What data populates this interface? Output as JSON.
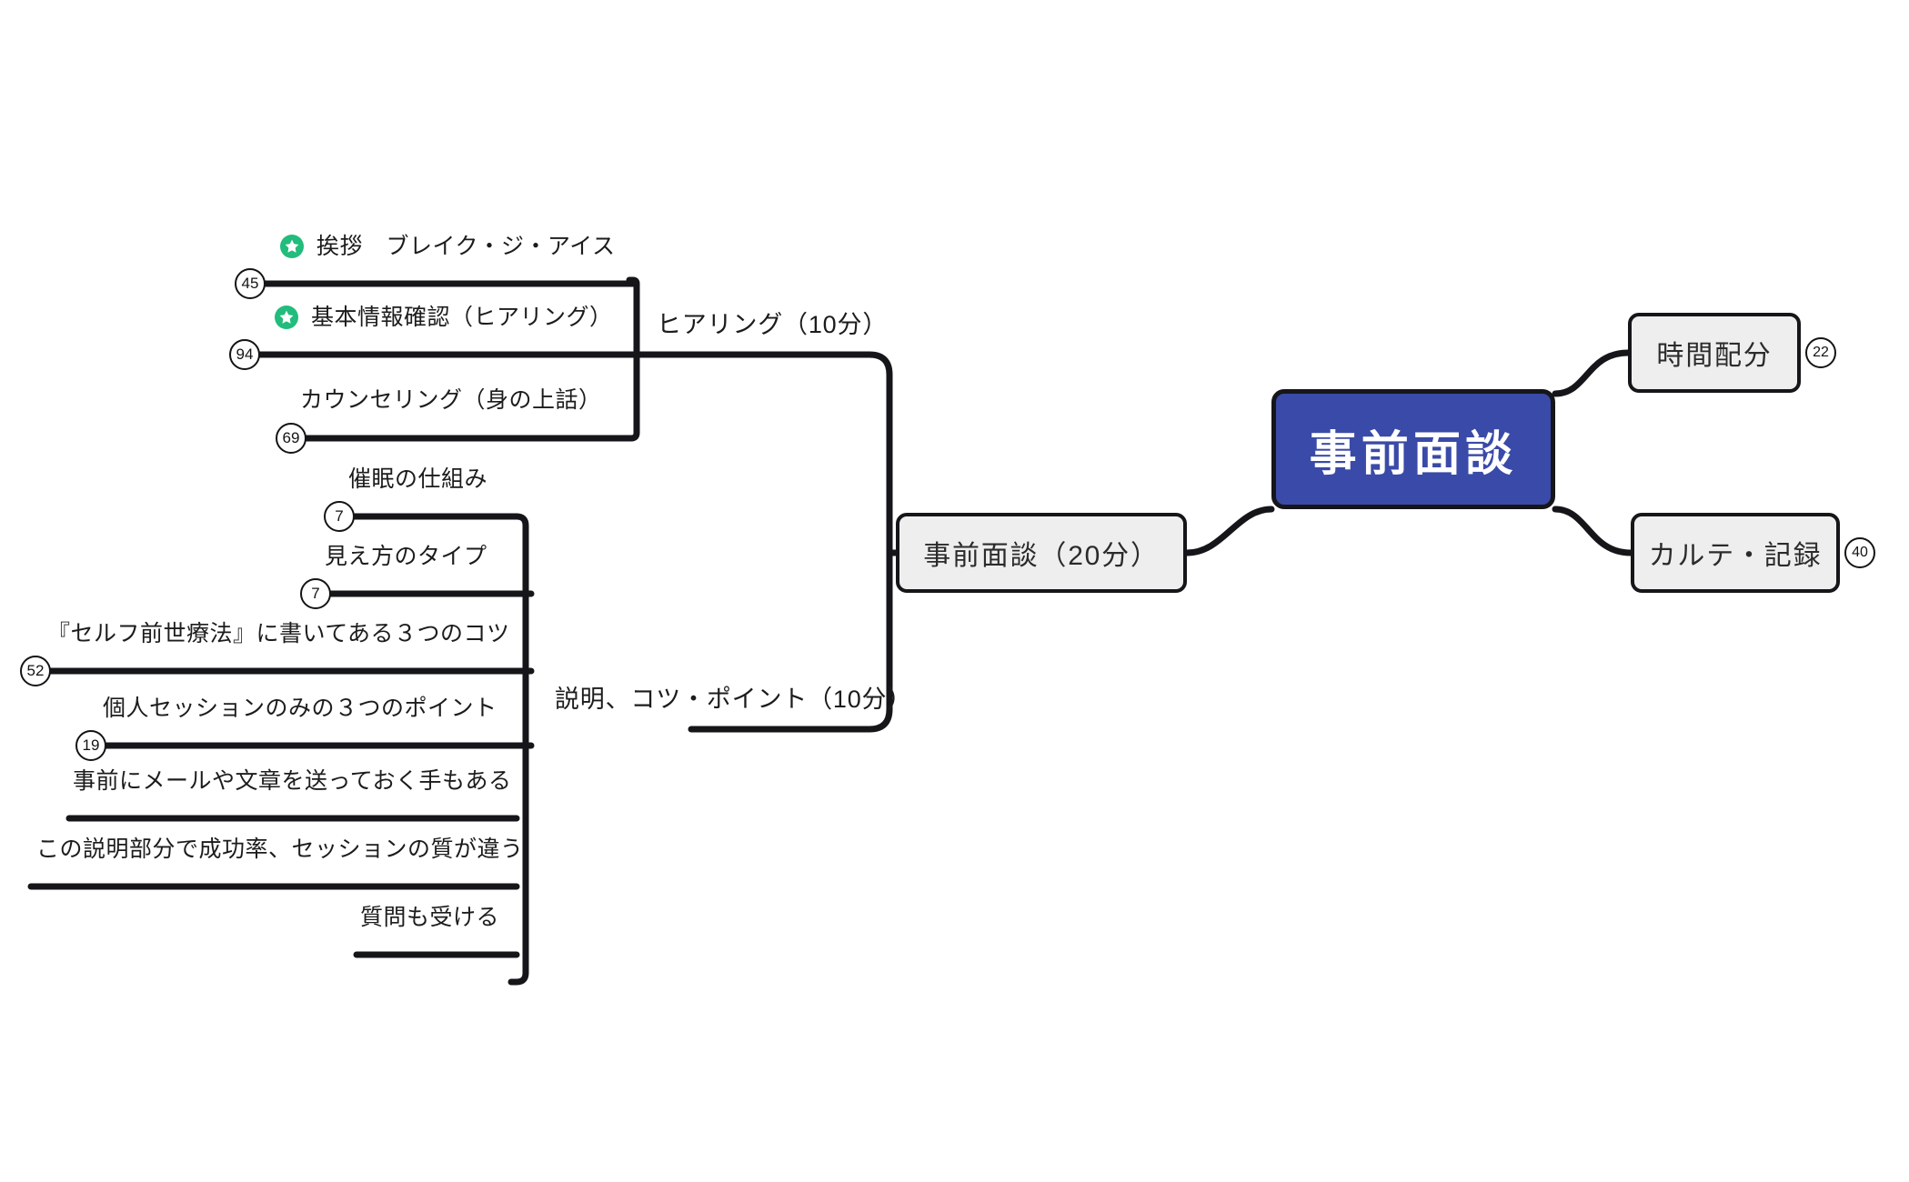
{
  "canvas": {
    "background": "#ffffff",
    "line_color": "#16161a",
    "node_fill": "#eeeeee",
    "root_fill": "#3a4aa8",
    "star_color": "#22bc7d"
  },
  "root": {
    "label": "事前面談"
  },
  "right_nodes": [
    {
      "label": "時間配分",
      "badge": "22"
    },
    {
      "label": "カルテ・記録",
      "badge": "40"
    }
  ],
  "left_branch": {
    "label": "事前面談（20分）"
  },
  "branch_labels": {
    "hearing": "ヒアリング（10分）",
    "explanation": "説明、コツ・ポイント（10分）"
  },
  "hearing_leaves": [
    {
      "text": "挨拶　ブレイク・ジ・アイス",
      "badge": "45",
      "star": true
    },
    {
      "text": "基本情報確認（ヒアリング）",
      "badge": "94",
      "star": true
    },
    {
      "text": "カウンセリング（身の上話）",
      "badge": "69",
      "star": false
    }
  ],
  "explanation_leaves": [
    {
      "text": "催眠の仕組み",
      "badge": "7",
      "star": false
    },
    {
      "text": "見え方のタイプ",
      "badge": "7",
      "star": false
    },
    {
      "text": "『セルフ前世療法』に書いてある３つのコツ",
      "badge": "52",
      "star": false
    },
    {
      "text": "個人セッションのみの３つのポイント",
      "badge": "19",
      "star": false
    },
    {
      "text": "事前にメールや文章を送っておく手もある",
      "badge": null,
      "star": false
    },
    {
      "text": "この説明部分で成功率、セッションの質が違う",
      "badge": null,
      "star": false
    },
    {
      "text": "質問も受ける",
      "badge": null,
      "star": false
    }
  ],
  "chart_data": {
    "type": "diagram",
    "title": "事前面談",
    "structure": "mindmap",
    "nodes": [
      {
        "id": "root",
        "label": "事前面談",
        "level": 0
      },
      {
        "id": "jizen20",
        "label": "事前面談（20分）",
        "level": 1,
        "side": "left"
      },
      {
        "id": "jikan",
        "label": "時間配分",
        "level": 1,
        "side": "right",
        "badge": "22"
      },
      {
        "id": "karute",
        "label": "カルテ・記録",
        "level": 1,
        "side": "right",
        "badge": "40"
      },
      {
        "id": "hearing",
        "label": "ヒアリング（10分）",
        "level": 2,
        "parent": "jizen20"
      },
      {
        "id": "setsumei",
        "label": "説明、コツ・ポイント（10分）",
        "level": 2,
        "parent": "jizen20"
      },
      {
        "id": "l1",
        "label": "挨拶　ブレイク・ジ・アイス",
        "level": 3,
        "parent": "hearing",
        "badge": "45",
        "star": true
      },
      {
        "id": "l2",
        "label": "基本情報確認（ヒアリング）",
        "level": 3,
        "parent": "hearing",
        "badge": "94",
        "star": true
      },
      {
        "id": "l3",
        "label": "カウンセリング（身の上話）",
        "level": 3,
        "parent": "hearing",
        "badge": "69"
      },
      {
        "id": "l4",
        "label": "催眠の仕組み",
        "level": 3,
        "parent": "setsumei",
        "badge": "7"
      },
      {
        "id": "l5",
        "label": "見え方のタイプ",
        "level": 3,
        "parent": "setsumei",
        "badge": "7"
      },
      {
        "id": "l6",
        "label": "『セルフ前世療法』に書いてある３つのコツ",
        "level": 3,
        "parent": "setsumei",
        "badge": "52"
      },
      {
        "id": "l7",
        "label": "個人セッションのみの３つのポイント",
        "level": 3,
        "parent": "setsumei",
        "badge": "19"
      },
      {
        "id": "l8",
        "label": "事前にメールや文章を送っておく手もある",
        "level": 3,
        "parent": "setsumei"
      },
      {
        "id": "l9",
        "label": "この説明部分で成功率、セッションの質が違う",
        "level": 3,
        "parent": "setsumei"
      },
      {
        "id": "l10",
        "label": "質問も受ける",
        "level": 3,
        "parent": "setsumei"
      }
    ]
  }
}
